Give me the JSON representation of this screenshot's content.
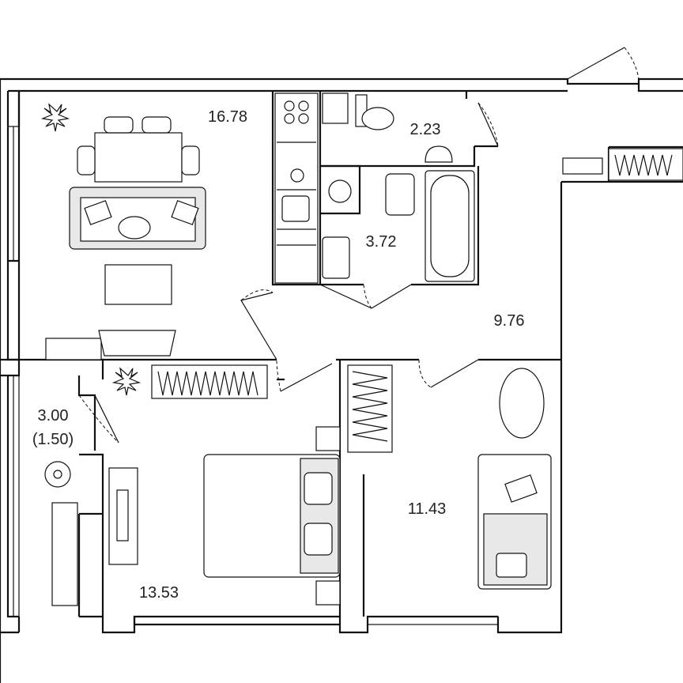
{
  "plan": {
    "background": "#ffffff",
    "wall_color": "#111111",
    "furniture_fill": "#e8e8e8"
  },
  "rooms": {
    "living": {
      "area": "16.78"
    },
    "wc": {
      "area": "2.23"
    },
    "bathroom": {
      "area": "3.72"
    },
    "hall": {
      "area": "9.76"
    },
    "balcony": {
      "area_main": "3.00",
      "area_sub": "(1.50)"
    },
    "bedroom_large": {
      "area": "13.53"
    },
    "bedroom_small": {
      "area": "11.43"
    }
  },
  "icons": {
    "light_1": "ceiling-light-icon",
    "light_2": "ceiling-light-icon",
    "bath_plan": "bathtub-icon",
    "toilet": "toilet-icon",
    "sink": "sink-icon",
    "stove": "stove-icon",
    "bed": "bed-icon",
    "laptop": "laptop-icon"
  }
}
